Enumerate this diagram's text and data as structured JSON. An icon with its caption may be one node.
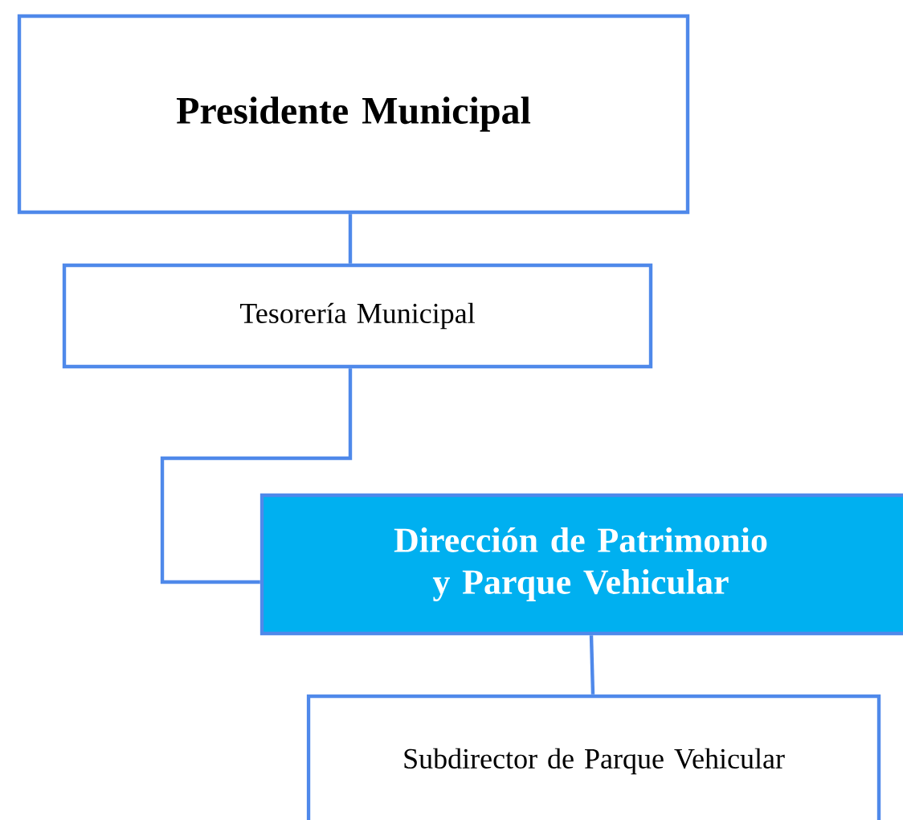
{
  "diagram": {
    "nodes": [
      {
        "text": [
          "Presidente Municipal"
        ]
      },
      {
        "text": [
          "Tesorería Municipal"
        ]
      },
      {
        "text": [
          "Dirección de Patrimonio y Parque Vehicular"
        ]
      },
      {
        "text": [
          "Subdirector de Parque Vehicular"
        ]
      }
    ],
    "edges": [
      {
        "from": 0,
        "to": 1,
        "arrow": "none"
      },
      {
        "from": 1,
        "to": 2,
        "arrow": "none"
      },
      {
        "from": 2,
        "to": 3,
        "arrow": "none"
      }
    ]
  }
}
